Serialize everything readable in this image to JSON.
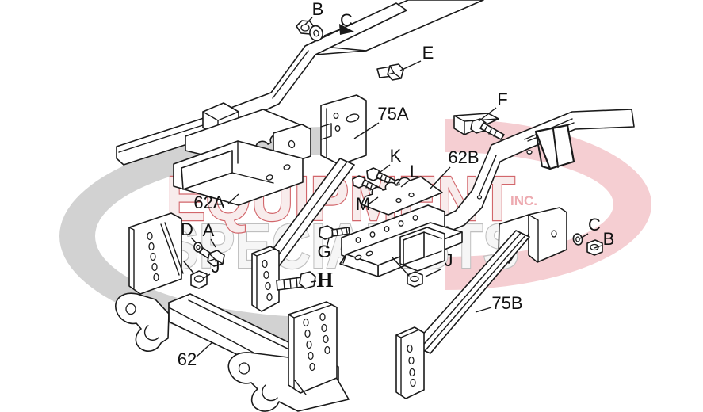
{
  "watermark": {
    "line1": "EQUIPMENT",
    "line2": "SPECIALISTS",
    "suffix": "INC.",
    "red_outline": "#d2666b",
    "red_fill": "#f8ecec",
    "pink_swoosh": "#f5ced2",
    "gray_ring": "#d2d2d2",
    "gray_outline": "#bfbfbf",
    "gray_fill": "#f6f6f6",
    "inc_color": "#edaab0"
  },
  "drawing": {
    "line_color": "#1a1a1a",
    "background": "#ffffff"
  },
  "callouts": [
    {
      "label": "B"
    },
    {
      "label": "C"
    },
    {
      "label": "E"
    },
    {
      "label": "F"
    },
    {
      "label": "75A"
    },
    {
      "label": "K"
    },
    {
      "label": "L"
    },
    {
      "label": "62B"
    },
    {
      "label": "62A"
    },
    {
      "label": "M"
    },
    {
      "label": "G"
    },
    {
      "label": "D"
    },
    {
      "label": "A"
    },
    {
      "label": "J"
    },
    {
      "label": "H",
      "bold": true
    },
    {
      "label": "62"
    },
    {
      "label": "C"
    },
    {
      "label": "B"
    },
    {
      "label": "J"
    },
    {
      "label": "75B"
    }
  ]
}
